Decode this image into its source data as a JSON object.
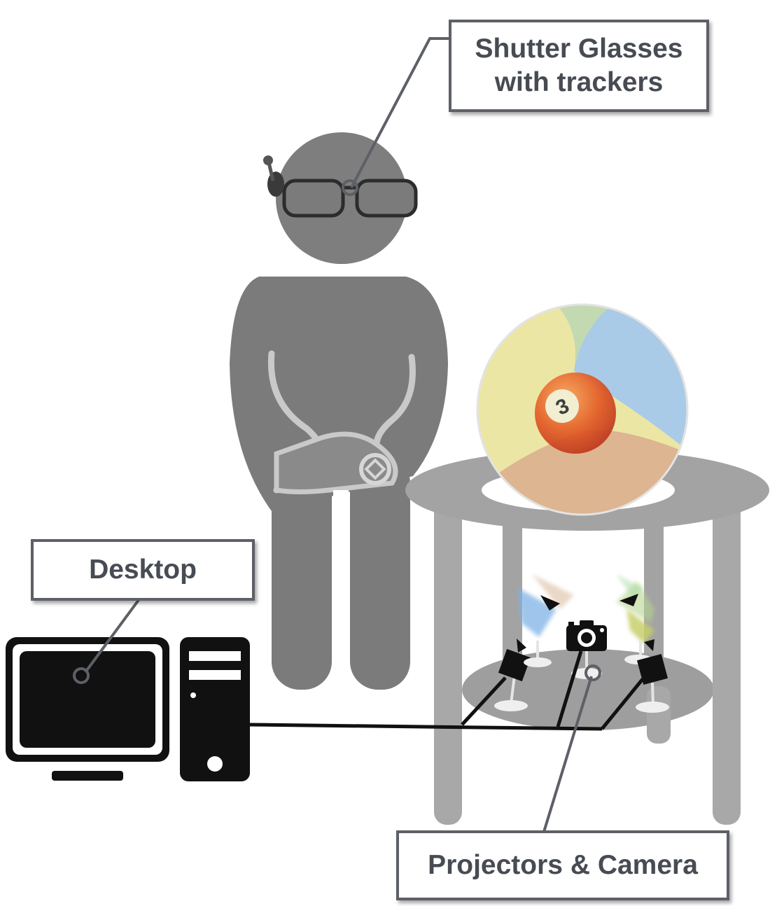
{
  "labels": {
    "glasses_line1": "Shutter Glasses",
    "glasses_line2": "with trackers",
    "desktop": "Desktop",
    "projectors": "Projectors & Camera"
  },
  "ball_number": "3",
  "colors": {
    "person": "#7a7a7a",
    "callout_border": "#5d6066",
    "callout_text": "#474b53",
    "table": "#a3a3a3",
    "sphere_yellow": "#ece6a5",
    "sphere_blue": "#a9cbe8",
    "sphere_green": "#c3d9b2",
    "sphere_orange": "#ddb590",
    "billiard_ball": "#e35a25"
  }
}
